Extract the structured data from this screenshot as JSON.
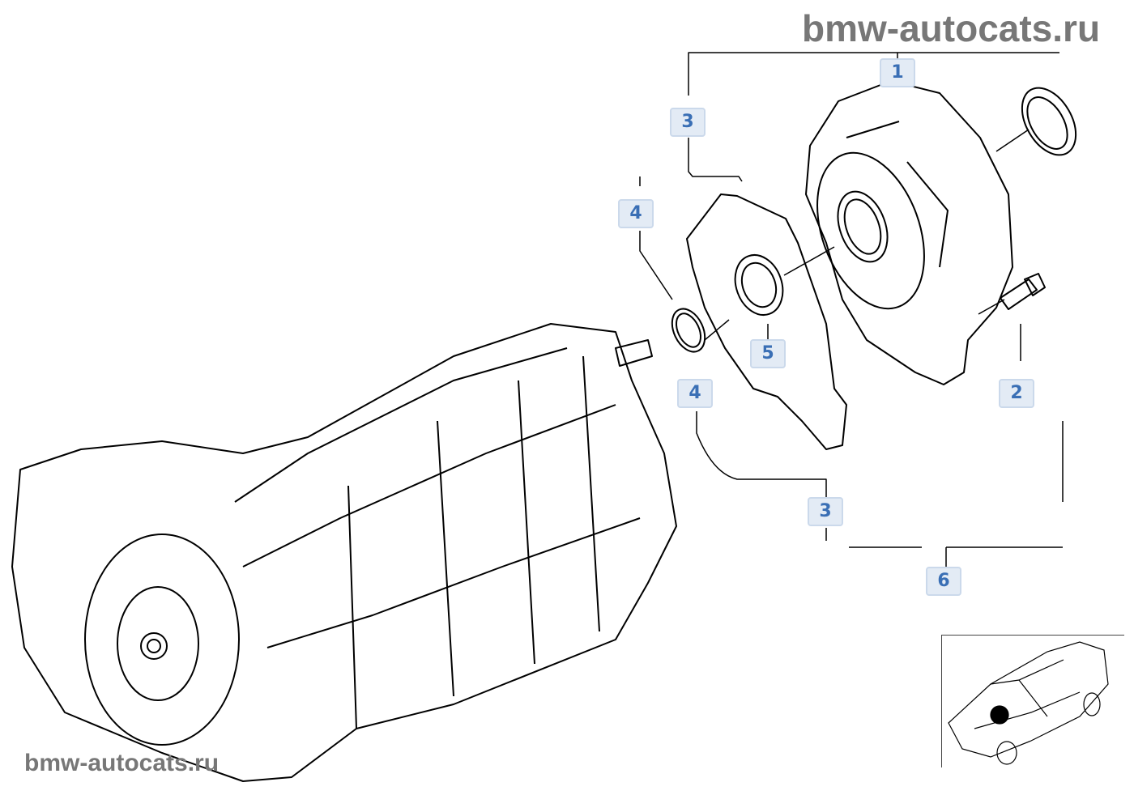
{
  "watermark": {
    "top": "bmw-autocats.ru",
    "bottom": "bmw-autocats.ru"
  },
  "callouts": [
    {
      "id": "1"
    },
    {
      "id": "3"
    },
    {
      "id": "4"
    },
    {
      "id": "5"
    },
    {
      "id": "4"
    },
    {
      "id": "2"
    },
    {
      "id": "3"
    },
    {
      "id": "6"
    }
  ],
  "colors": {
    "callout_bg": "#e3ebf5",
    "callout_text": "#3a6fb5",
    "line": "#000000"
  }
}
